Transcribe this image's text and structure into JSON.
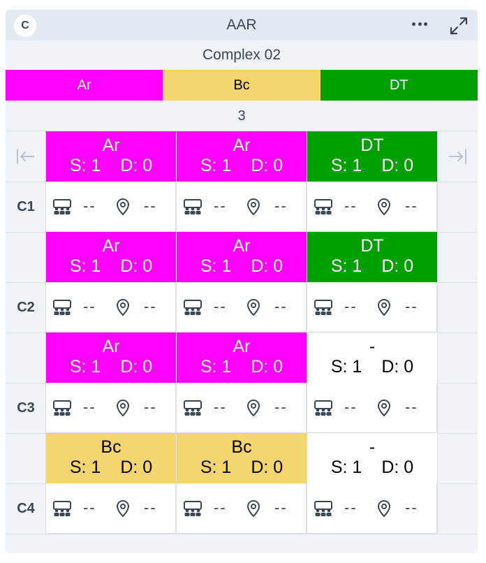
{
  "window": {
    "avatar_letter": "C",
    "title": "AAR"
  },
  "icons": {
    "more": "more-horizontal-icon",
    "expand": "expand-icon",
    "first": "first-page-icon",
    "last": "last-page-icon",
    "capacity": "seating-icon",
    "location": "location-pin-icon"
  },
  "subtitle": "Complex 02",
  "legend": [
    {
      "label": "Ar",
      "color": "#ff00ff",
      "text_color": "#ffffff"
    },
    {
      "label": "Bc",
      "color": "#f5d56e",
      "text_color": "#000000"
    },
    {
      "label": "DT",
      "color": "#00a000",
      "text_color": "#ffffff"
    }
  ],
  "count": "3",
  "rows": [
    {
      "label": "C1",
      "cells": [
        {
          "name": "Ar",
          "s": "S: 1",
          "d": "D: 0",
          "color": "#ff00ff",
          "text_color": "#ffffff",
          "cap": "--",
          "loc": "--"
        },
        {
          "name": "Ar",
          "s": "S: 1",
          "d": "D: 0",
          "color": "#ff00ff",
          "text_color": "#ffffff",
          "cap": "--",
          "loc": "--"
        },
        {
          "name": "DT",
          "s": "S: 1",
          "d": "D: 0",
          "color": "#00a000",
          "text_color": "#ffffff",
          "cap": "--",
          "loc": "--"
        }
      ]
    },
    {
      "label": "C2",
      "cells": [
        {
          "name": "Ar",
          "s": "S: 1",
          "d": "D: 0",
          "color": "#ff00ff",
          "text_color": "#ffffff",
          "cap": "--",
          "loc": "--"
        },
        {
          "name": "Ar",
          "s": "S: 1",
          "d": "D: 0",
          "color": "#ff00ff",
          "text_color": "#ffffff",
          "cap": "--",
          "loc": "--"
        },
        {
          "name": "DT",
          "s": "S: 1",
          "d": "D: 0",
          "color": "#00a000",
          "text_color": "#ffffff",
          "cap": "--",
          "loc": "--"
        }
      ]
    },
    {
      "label": "C3",
      "cells": [
        {
          "name": "Ar",
          "s": "S: 1",
          "d": "D: 0",
          "color": "#ff00ff",
          "text_color": "#ffffff",
          "cap": "--",
          "loc": "--"
        },
        {
          "name": "Ar",
          "s": "S: 1",
          "d": "D: 0",
          "color": "#ff00ff",
          "text_color": "#ffffff",
          "cap": "--",
          "loc": "--"
        },
        {
          "name": "-",
          "s": "S: 1",
          "d": "D: 0",
          "color": "#ffffff",
          "text_color": "#000000",
          "cap": "--",
          "loc": "--"
        }
      ]
    },
    {
      "label": "C4",
      "cells": [
        {
          "name": "Bc",
          "s": "S: 1",
          "d": "D: 0",
          "color": "#f5d56e",
          "text_color": "#000000",
          "cap": "--",
          "loc": "--"
        },
        {
          "name": "Bc",
          "s": "S: 1",
          "d": "D: 0",
          "color": "#f5d56e",
          "text_color": "#000000",
          "cap": "--",
          "loc": "--"
        },
        {
          "name": "-",
          "s": "S: 1",
          "d": "D: 0",
          "color": "#ffffff",
          "text_color": "#000000",
          "cap": "--",
          "loc": "--"
        }
      ]
    }
  ]
}
